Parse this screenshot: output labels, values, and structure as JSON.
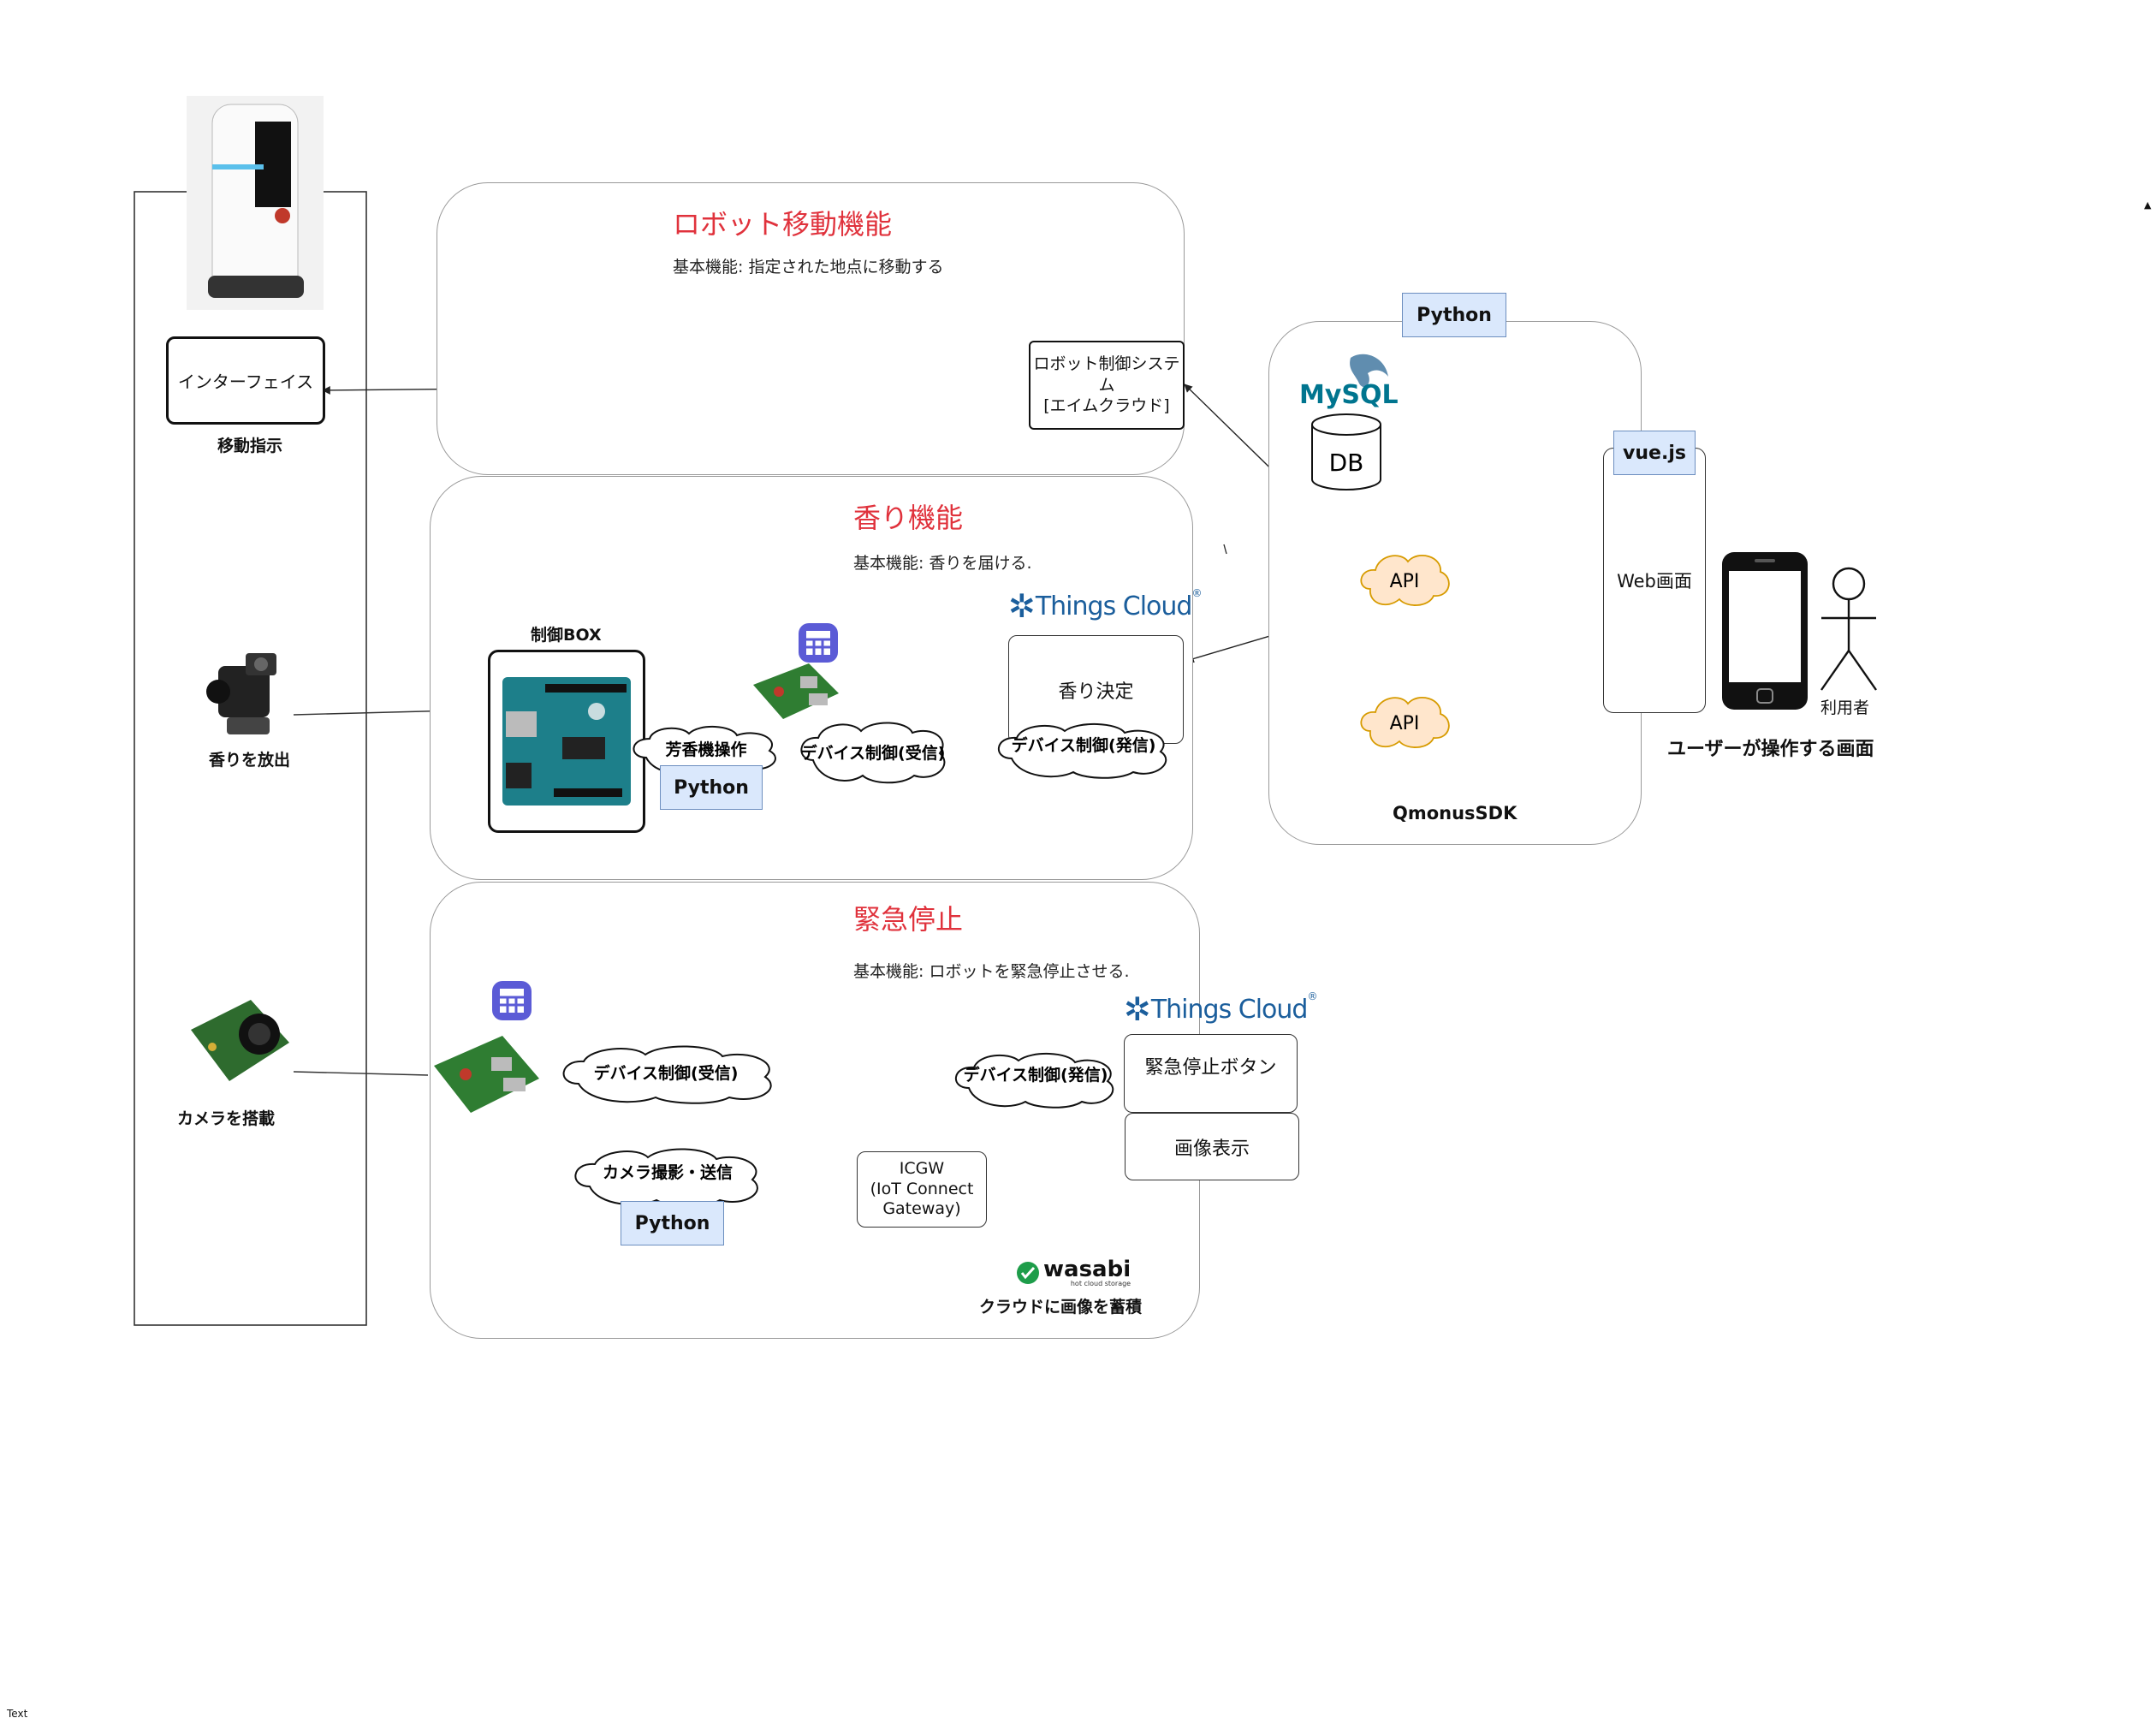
{
  "left_column": {
    "interface_label": "インターフェイス",
    "move_command_label": "移動指示",
    "scent_release_label": "香りを放出",
    "camera_label": "カメラを搭載"
  },
  "robot_move": {
    "title": "ロボット移動機能",
    "desc": "基本機能: 指定された地点に移動する",
    "control_system": "ロボット制御システム\n[エイムクラウド]"
  },
  "scent": {
    "title": "香り機能",
    "desc": "基本機能: 香りを届ける.",
    "control_box_label": "制御BOX",
    "diffuser_op": "芳香機操作",
    "device_recv": "デバイス制御(受信)",
    "python_label": "Python",
    "things_cloud": "Things Cloud",
    "scent_decision": "香り決定",
    "device_send": "デバイス制御(発信)"
  },
  "emergency": {
    "title": "緊急停止",
    "desc": "基本機能: ロボットを緊急停止させる.",
    "device_recv": "デバイス制御(受信)",
    "device_send": "デバイス制御(発信)",
    "things_cloud": "Things Cloud",
    "stop_button": "緊急停止ボタン",
    "image_display": "画像表示",
    "camera_send": "カメラ撮影・送信",
    "python_label": "Python",
    "icgw": "ICGW\n(IoT Connect\nGateway)",
    "wasabi": "wasabi",
    "wasabi_sub": "hot cloud storage",
    "wasabi_caption": "クラウドに画像を蓄積"
  },
  "qmonus": {
    "python_label": "Python",
    "mysql": "MySQL",
    "db": "DB",
    "api1": "API",
    "api2": "API",
    "sdk_label": "QmonusSDK",
    "vue_label": "vue.js",
    "web_label": "Web画面"
  },
  "user": {
    "user_label": "利用者",
    "screen_caption": "ユーザーが操作する画面"
  },
  "corner_text": "Text",
  "colors": {
    "accent_red": "#e0323c",
    "blue_fill": "#dae8fc",
    "blue_stroke": "#6c8ebf",
    "cloud_orange": "#ffe6cc",
    "cloud_stroke": "#d79b00"
  }
}
